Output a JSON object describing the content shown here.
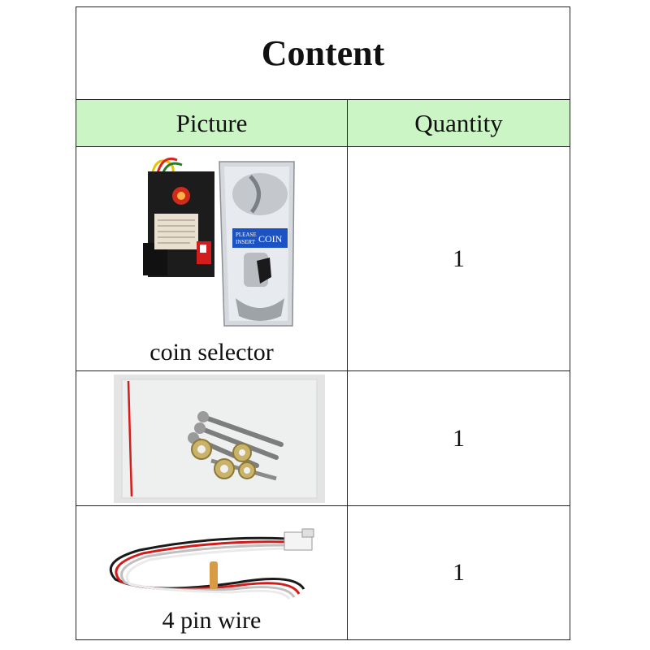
{
  "table": {
    "title": "Content",
    "headers": {
      "picture": "Picture",
      "quantity": "Quantity"
    },
    "rows": [
      {
        "caption": "coin selector",
        "quantity": "1",
        "image": "coin-selector-photo",
        "image_text": "PLEASE INSERT COIN"
      },
      {
        "caption": "",
        "quantity": "1",
        "image": "screws-and-nuts-bag-photo"
      },
      {
        "caption": "4 pin wire",
        "quantity": "1",
        "image": "four-pin-wire-harness-photo"
      }
    ]
  },
  "colors": {
    "header_bg": "#ccf5c5",
    "border": "#222222",
    "text": "#111111"
  }
}
